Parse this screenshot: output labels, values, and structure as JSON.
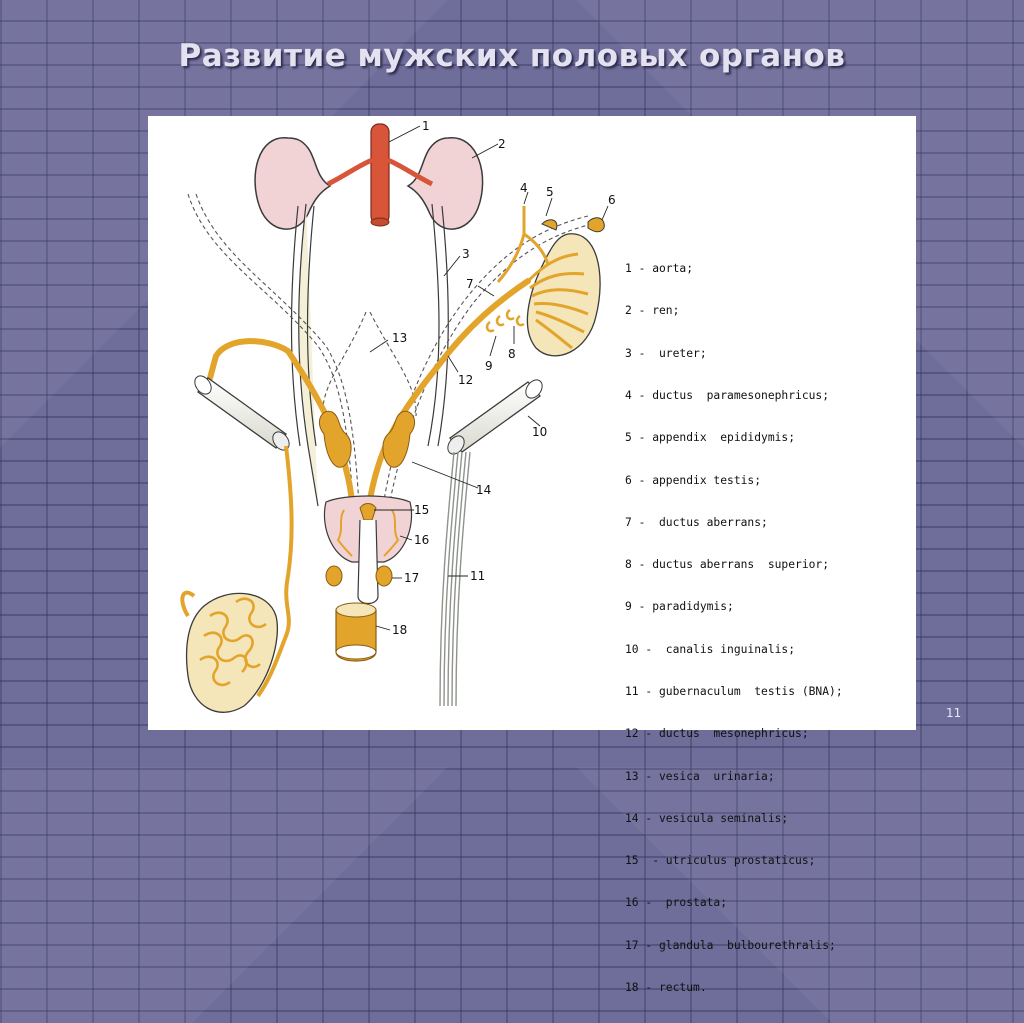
{
  "slide": {
    "title": "Развитие мужских половых органов",
    "page_number": "11"
  },
  "diagram": {
    "callouts": [
      "1",
      "2",
      "3",
      "4",
      "5",
      "6",
      "7",
      "8",
      "9",
      "10",
      "11",
      "12",
      "13",
      "14",
      "15",
      "16",
      "17",
      "18"
    ],
    "legend": [
      "1 - aorta;",
      "2 - ren;",
      "3 -  ureter;",
      "4 - ductus  paramesonephricus;",
      "5 - appendix  epididymis;",
      "6 - appendix testis;",
      "7 -  ductus aberrans;",
      "8 - ductus aberrans  superior;",
      "9 - paradidymis;",
      "10 -  canalis inguinalis;",
      "11 - gubernaculum  testis (BNA);",
      "12 - ductus  mesonephricus;",
      "13 - vesica  urinaria;",
      "14 - vesicula seminalis;",
      "15  - utriculus prostaticus;",
      "16 -  prostata;",
      "17 - glandula  bulbourethralis;",
      "18 - rectum."
    ],
    "colors": {
      "aorta": "#d9553a",
      "kidney": "#f1d3d6",
      "duct": "#e3a42c",
      "gubernaculum": "#8e938c",
      "canal": "#f4f4ec",
      "outline": "#3a3a3a"
    }
  }
}
